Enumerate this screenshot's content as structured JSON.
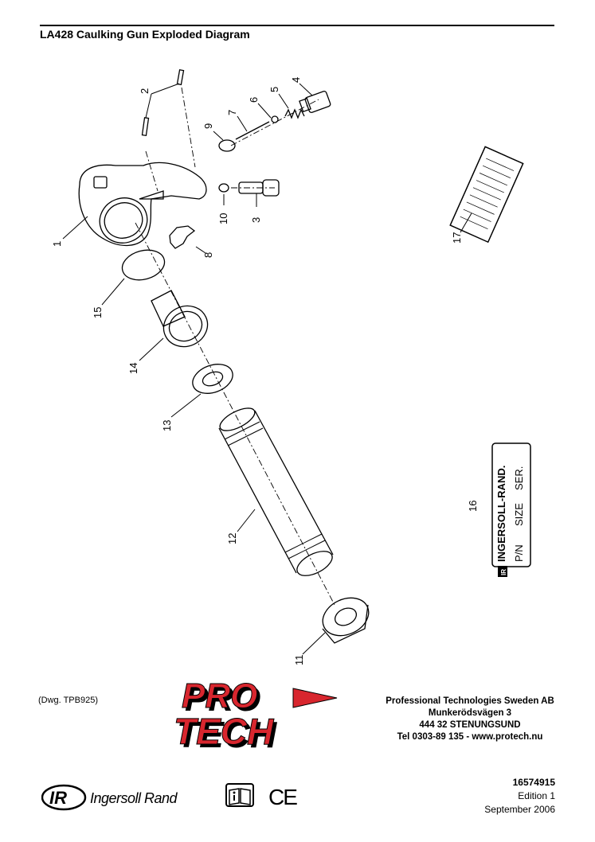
{
  "header": {
    "title": "LA428 Caulking Gun Exploded Diagram"
  },
  "callouts": [
    "1",
    "2",
    "3",
    "4",
    "5",
    "6",
    "7",
    "8",
    "9",
    "10",
    "11",
    "12",
    "13",
    "14",
    "15",
    "16",
    "17"
  ],
  "drawing_ref": "(Dwg. TPB925)",
  "logo": {
    "line1": "PRO",
    "line2": "TECH",
    "red": "#d8262e",
    "shadow": "#000000"
  },
  "company": {
    "name": "Professional Technologies Sweden AB",
    "street": "Munkerödsvägen 3",
    "city": "444 32 STENUNGSUND",
    "contact": "Tel 0303-89 135  -  www.protech.nu"
  },
  "document": {
    "number": "16574915",
    "edition": "Edition 1",
    "date": "September 2006"
  },
  "brand": {
    "mark": "IR",
    "name": "Ingersoll Rand"
  },
  "nameplate": {
    "brand": "INGERSOLL-RAND.",
    "mark": "IR",
    "fields": [
      "P/N",
      "SIZE",
      "SER."
    ]
  },
  "compliance": {
    "ce_mark": "CE",
    "manual_icon": "read-manual-icon"
  }
}
